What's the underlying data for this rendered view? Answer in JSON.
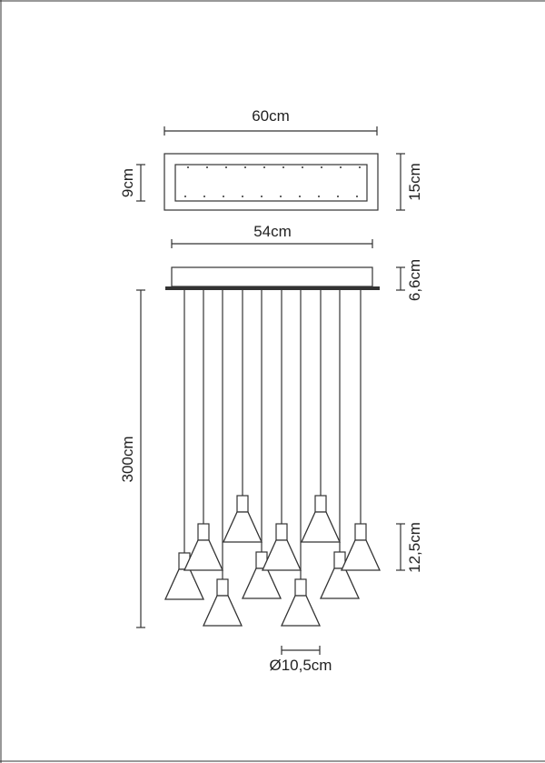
{
  "dimensions": {
    "top_width": "60cm",
    "top_inner_height": "9cm",
    "top_outer_height": "15cm",
    "canopy_width": "54cm",
    "canopy_height": "6,6cm",
    "overall_height": "300cm",
    "shade_height": "12,5cm",
    "shade_diameter": "Ø10,5cm"
  },
  "pendant_count": 10
}
